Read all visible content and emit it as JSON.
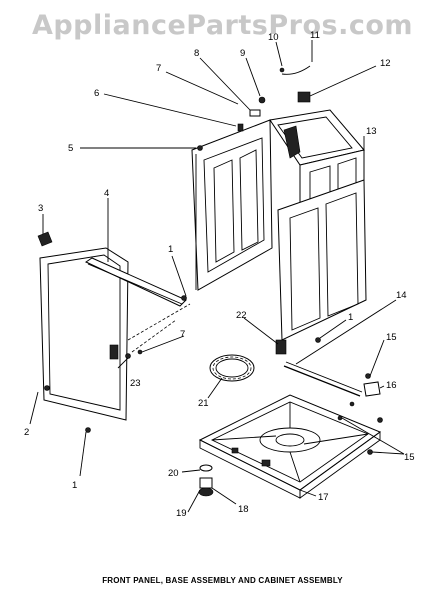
{
  "watermark": "AppliancePartsPros.com",
  "caption": "FRONT PANEL, BASE ASSEMBLY AND CABINET ASSEMBLY",
  "callouts": {
    "c1a": "1",
    "c1b": "1",
    "c1c": "1",
    "c2": "2",
    "c3": "3",
    "c4": "4",
    "c5": "5",
    "c6": "6",
    "c7a": "7",
    "c7b": "7",
    "c8": "8",
    "c9": "9",
    "c10": "10",
    "c11": "11",
    "c12": "12",
    "c13": "13",
    "c14": "14",
    "c15a": "15",
    "c15b": "15",
    "c16": "16",
    "c17": "17",
    "c18": "18",
    "c19": "19",
    "c20": "20",
    "c21": "21",
    "c22": "22",
    "c23": "23"
  }
}
